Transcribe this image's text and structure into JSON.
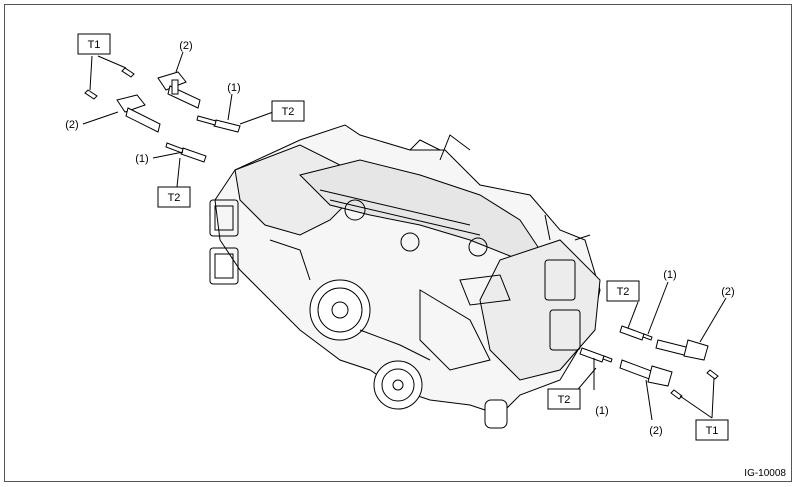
{
  "figure_id": "IG-10008",
  "labels": {
    "t1": "T1",
    "t2": "T2",
    "part_1": "(1)",
    "part_2": "(2)"
  },
  "colors": {
    "line": "#000000",
    "background": "#ffffff",
    "shade": "#d9d9d9"
  }
}
